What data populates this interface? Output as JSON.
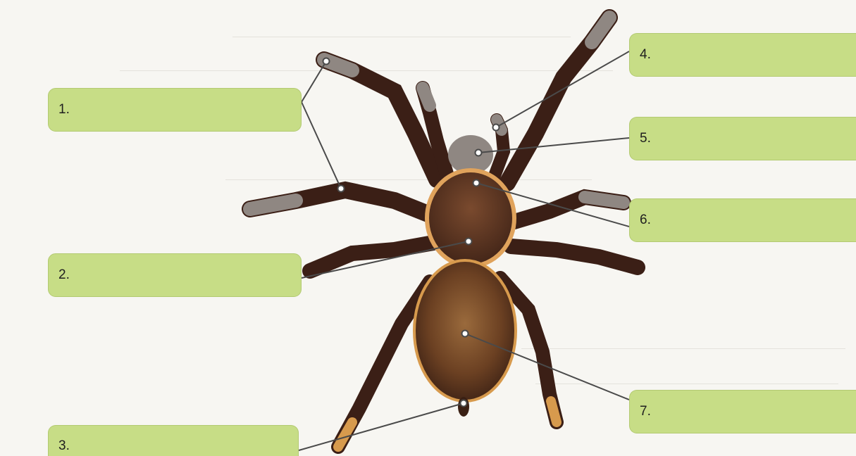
{
  "labels": [
    {
      "id": "1",
      "text": "1."
    },
    {
      "id": "2",
      "text": "2."
    },
    {
      "id": "3",
      "text": "3."
    },
    {
      "id": "4",
      "text": "4."
    },
    {
      "id": "5",
      "text": "5."
    },
    {
      "id": "6",
      "text": "6."
    },
    {
      "id": "7",
      "text": "7."
    }
  ],
  "colors": {
    "label_fill": "#c7dd86",
    "label_border": "#b3ca72",
    "leader_line": "#4a4a4a",
    "leg_dark": "#3b1f16",
    "leg_joint": "#8a6a58",
    "leg_tip": "#8f8782",
    "cephalothorax": "#5a3320",
    "abdomen": "#6b4022",
    "hair": "#e0a35c"
  }
}
